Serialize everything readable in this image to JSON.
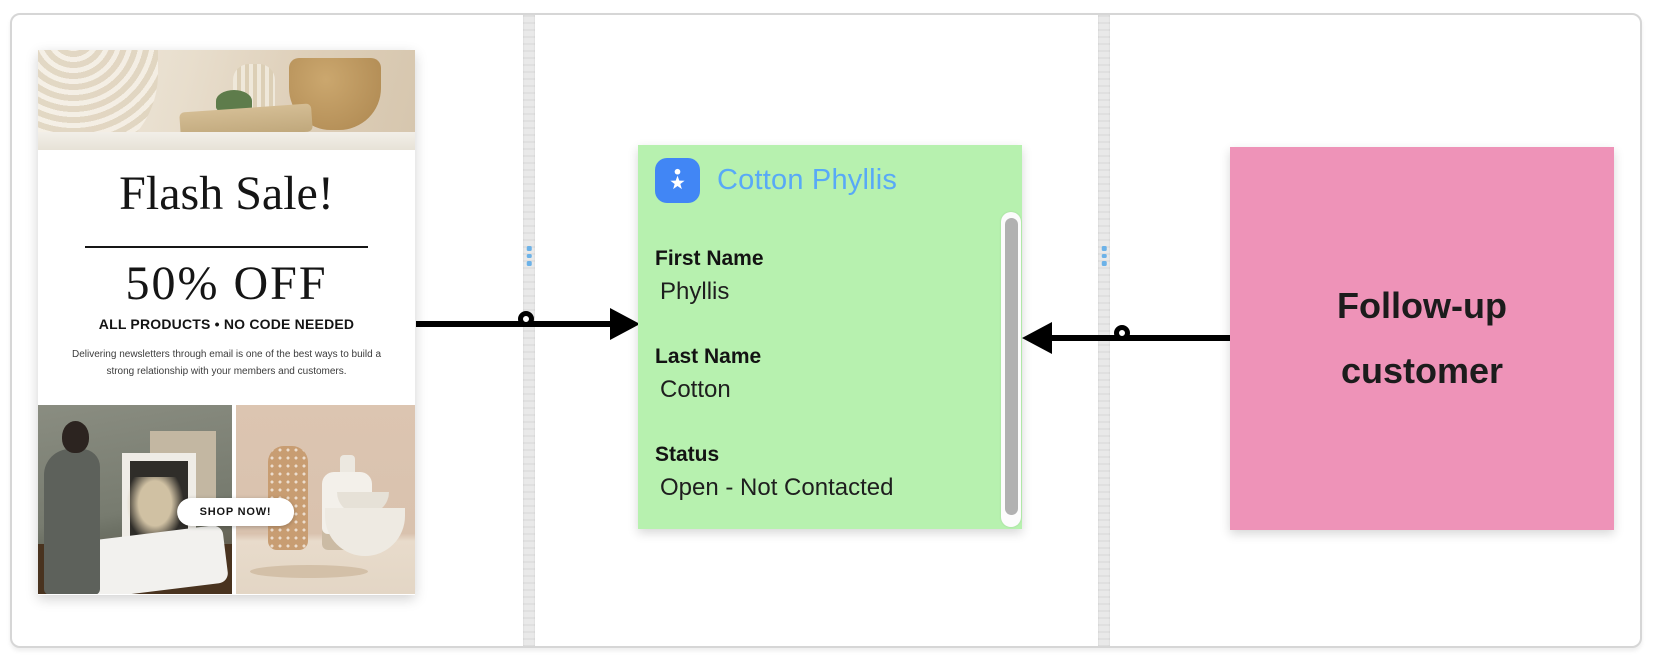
{
  "email_preview": {
    "headline": "Flash Sale!",
    "subheadline": "50% OFF",
    "tagline": "ALL PRODUCTS • NO CODE NEEDED",
    "body_text": "Delivering newsletters through email is one of the best ways to build a strong relationship with your members and customers.",
    "cta_label": "SHOP NOW!"
  },
  "contact_card": {
    "icon": "star-person-contact-icon",
    "title": "Cotton Phyllis",
    "fields": [
      {
        "label": "First Name",
        "value": "Phyllis"
      },
      {
        "label": "Last Name",
        "value": "Cotton"
      },
      {
        "label": "Status",
        "value": "Open - Not Contacted"
      }
    ]
  },
  "note_card": {
    "text": "Follow-up customer"
  },
  "connectors": [
    {
      "from": "email-preview-card",
      "to": "contact-card",
      "arrowhead": "points-right-into-contact-card"
    },
    {
      "from": "note-card",
      "to": "contact-card",
      "arrowhead": "points-left-into-contact-card"
    }
  ],
  "colors": {
    "contact_card_bg": "#B7F1AF",
    "contact_icon_bg": "#4186F5",
    "contact_title_text": "#58A9F7",
    "note_card_bg": "#EE93B8",
    "connector": "#000000",
    "divider_handle_dots": "#6CB2E8"
  }
}
